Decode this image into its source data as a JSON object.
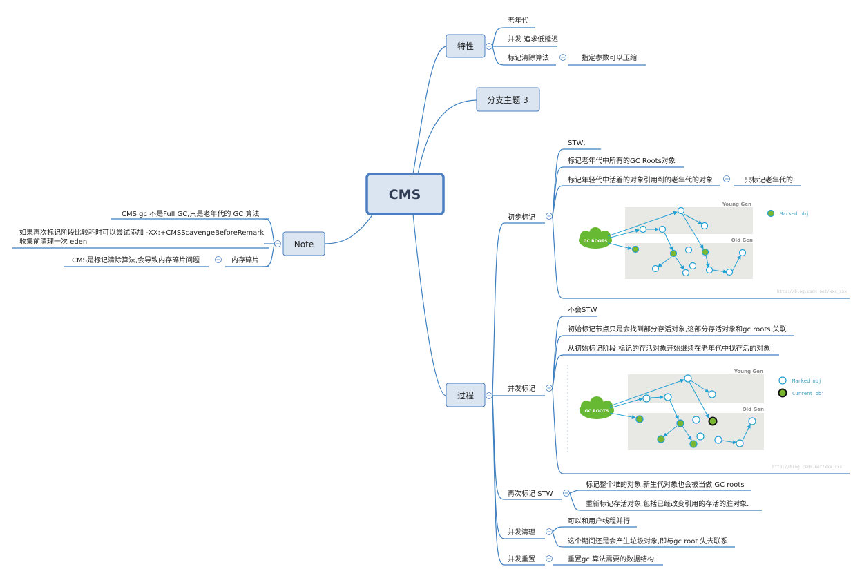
{
  "root": "CMS",
  "branches": {
    "features": {
      "label": "特性",
      "items": [
        "老年代",
        "并发 追求低延迟",
        "标记清除算法"
      ],
      "sub": "指定参数可以压缩"
    },
    "topic3": {
      "label": "分支主题 3"
    },
    "note": {
      "label": "Note",
      "items": [
        "CMS gc 不是Full GC,只是老年代的 GC 算法",
        "如果再次标记阶段比较耗时可以尝试添加 -XX:+CMSScavengeBeforeRemark",
        "收集前清理一次 eden",
        "CMS是标记清除算法,会导致内存碎片问题"
      ],
      "sub": "内存碎片"
    },
    "process": {
      "label": "过程",
      "initial_mark": {
        "label": "初步标记",
        "items": [
          "STW;",
          "标记老年代中所有的GC Roots对象",
          "标记年轻代中活着的对象引用到的老年代的对象"
        ],
        "sub": "只标记老年代的"
      },
      "concurrent_mark": {
        "label": "并发标记",
        "items": [
          "不会STW",
          "初始标记节点只是会找到部分存活对象,这部分存活对象和gc roots 关联",
          "从初始标记阶段 标记的存活对象开始继续在老年代中找存活的对象"
        ]
      },
      "remark": {
        "label": "再次标记 STW",
        "items": [
          "标记整个堆的对象,新生代对象也会被当做 GC roots",
          "重新标记存活对象,包括已经改变引用的存活的脏对象."
        ]
      },
      "sweep": {
        "label": "并发清理",
        "items": [
          "可以和用户线程并行",
          "这个期间还是会产生垃圾对象,即与gc root 失去联系"
        ]
      },
      "reset": {
        "label": "并发重置",
        "items": [
          "重置gc 算法需要的数据结构"
        ]
      }
    }
  },
  "diagram1": {
    "young_gen": "Young Gen",
    "old_gen": "Old Gen",
    "gc_roots": "GC ROOTS",
    "legend_marked": "Marked obj",
    "watermark": "http://blog.csdn.net/xxx_xxx"
  },
  "diagram2": {
    "young_gen": "Young Gen",
    "old_gen": "Old Gen",
    "gc_roots": "GC ROOTS",
    "legend_marked": "Marked obj",
    "legend_current": "Current obj",
    "watermark": "http://blog.csdn.net/xxx_xxx"
  },
  "colors": {
    "line": "#3d7fbf",
    "node_fill": "#dbe5f1",
    "node_border": "#4a7fc1",
    "arrow": "#22a0d3",
    "marked": "#7ab730",
    "cloud": "#67b832"
  }
}
